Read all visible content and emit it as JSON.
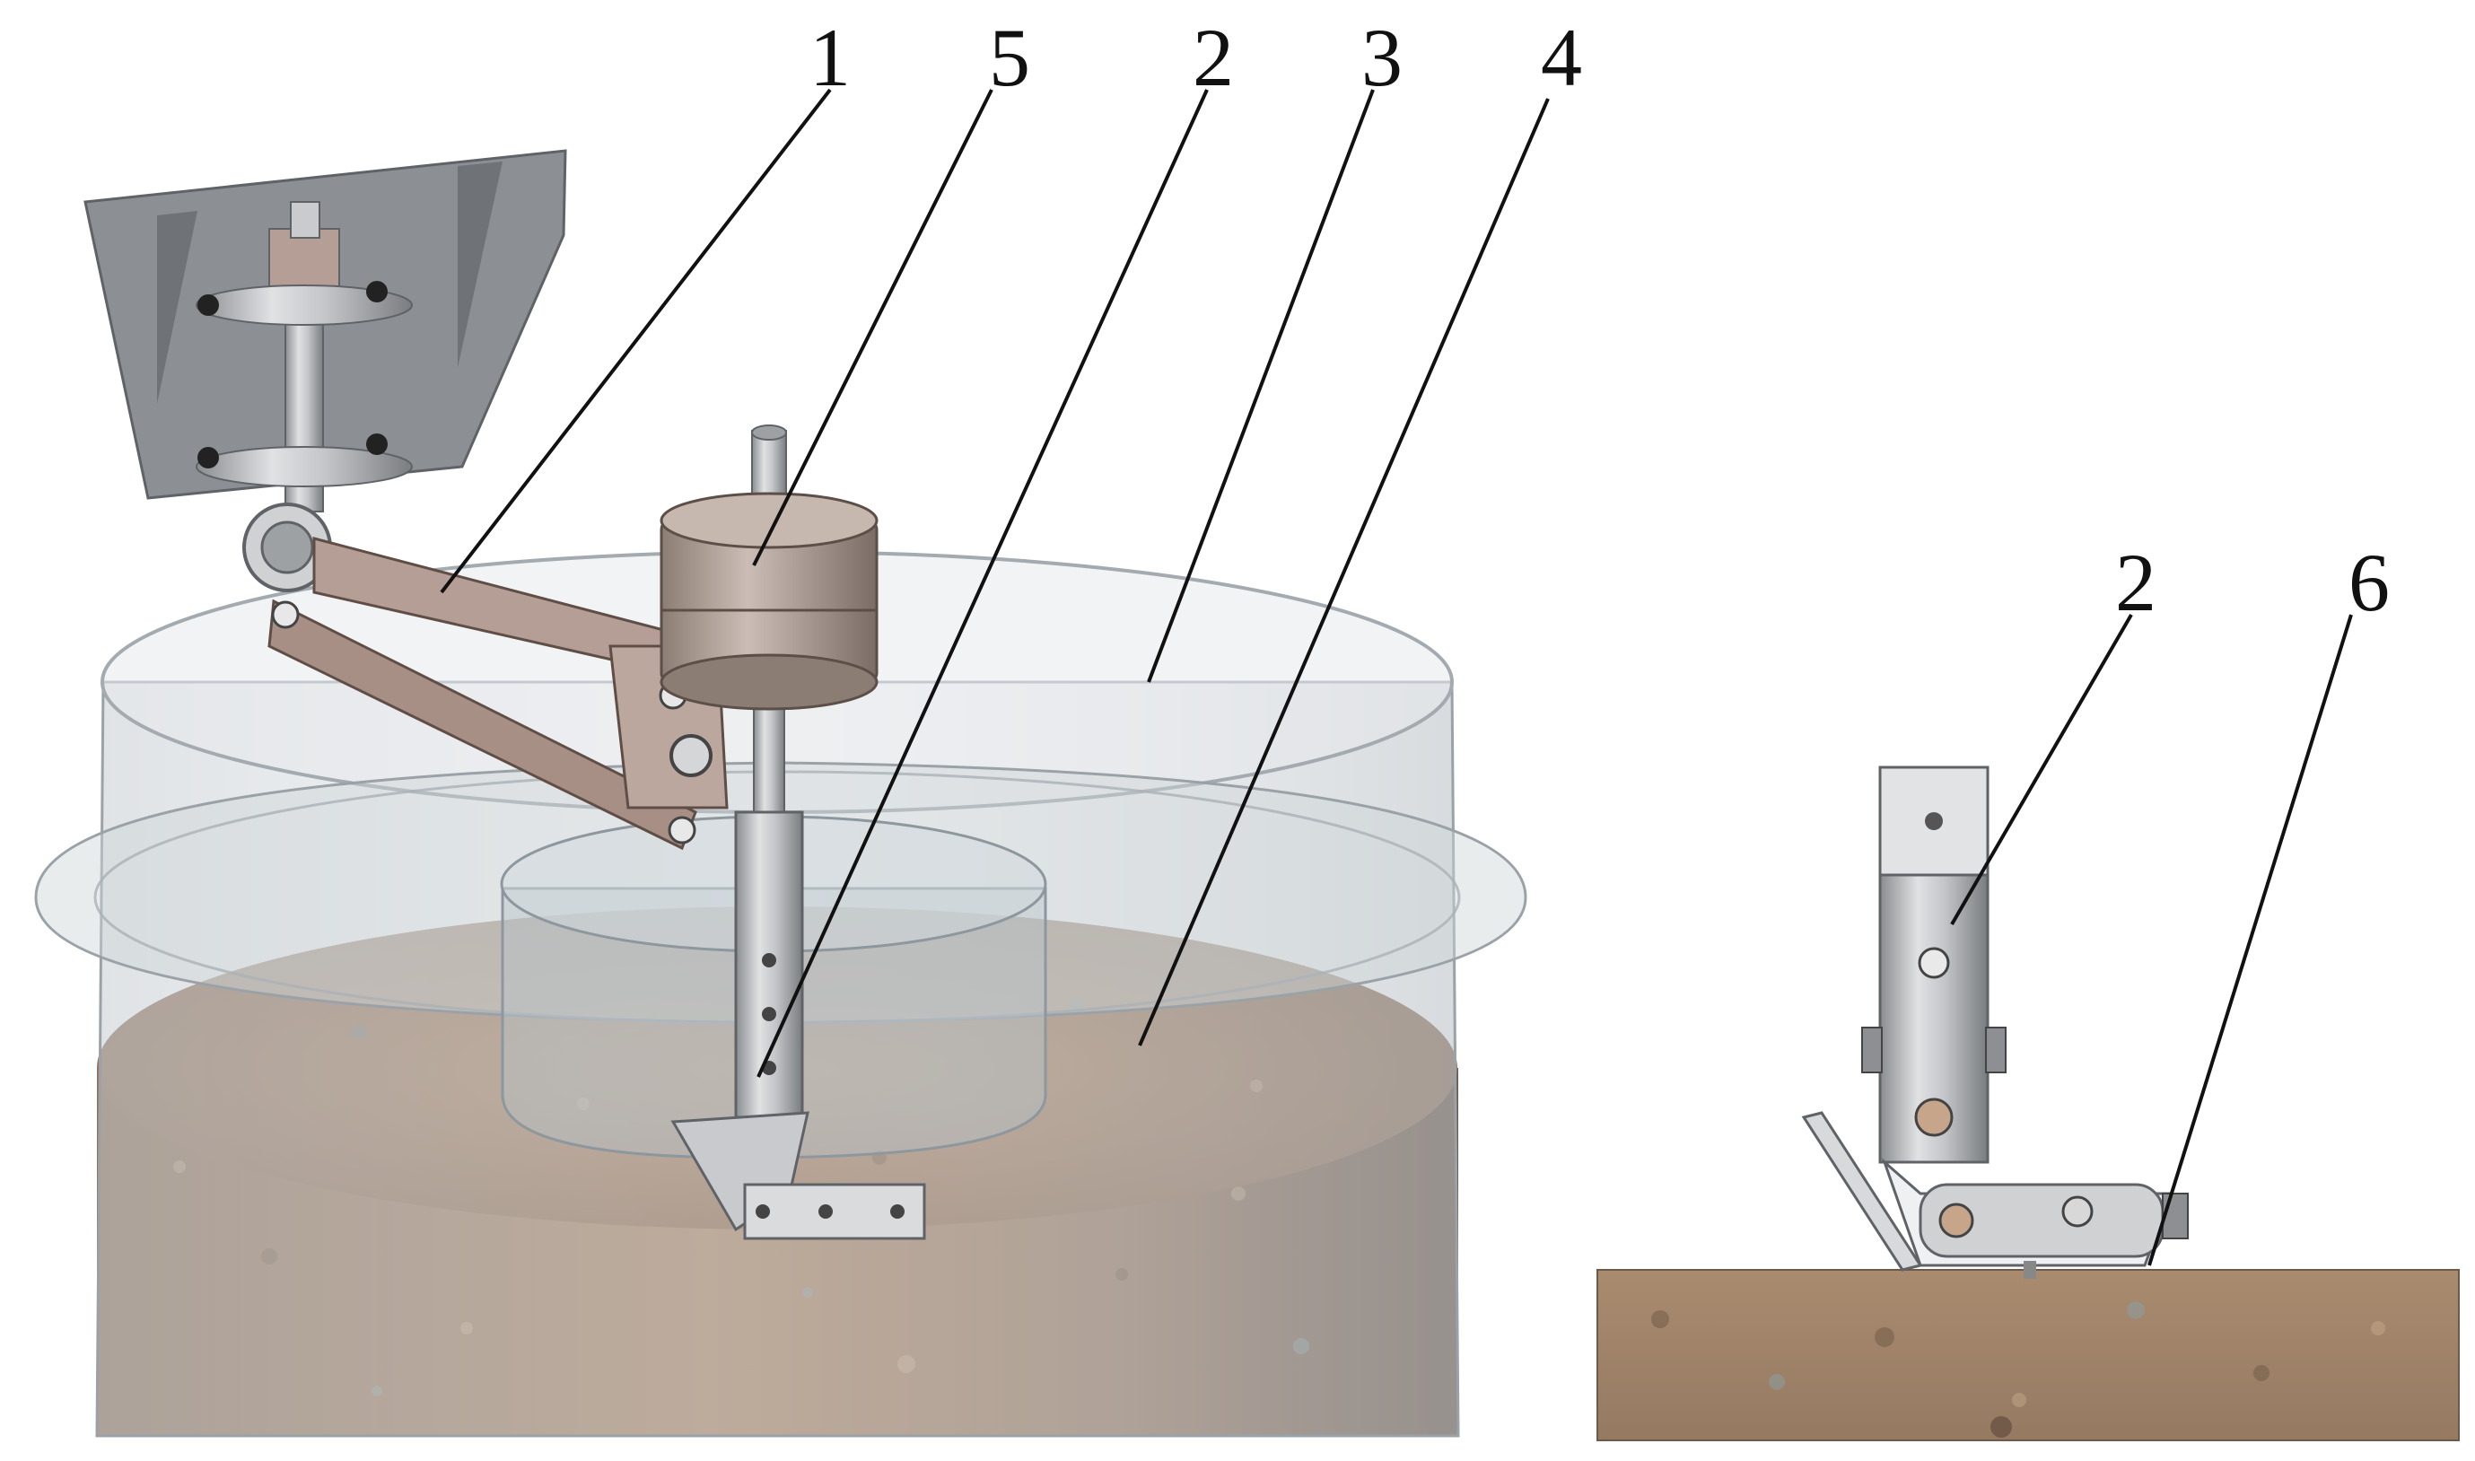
{
  "figure": {
    "callouts": [
      {
        "id": "1",
        "label": "1"
      },
      {
        "id": "5",
        "label": "5"
      },
      {
        "id": "2",
        "label": "2"
      },
      {
        "id": "3",
        "label": "3"
      },
      {
        "id": "4",
        "label": "4"
      },
      {
        "id": "2b",
        "label": "2"
      },
      {
        "id": "6",
        "label": "6"
      }
    ]
  },
  "colors": {
    "metal": "#b9bbbe",
    "metal_dark": "#7d8083",
    "arm": "#b59e95",
    "soil": "#9a7c63",
    "soil_light": "#b49679",
    "glass": "#d7dce0",
    "line": "#111111"
  }
}
